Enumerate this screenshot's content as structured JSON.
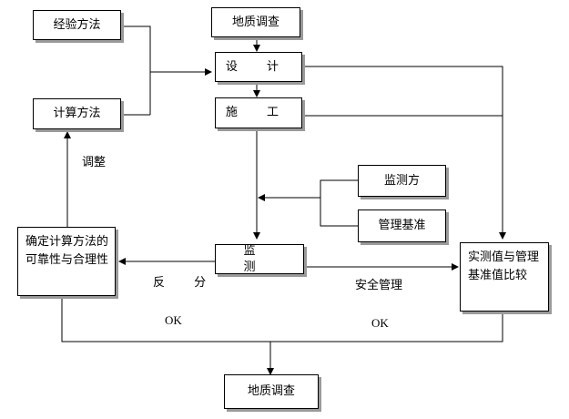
{
  "nodes": {
    "experience_method": "经验方法",
    "calculation_method": "计算方法",
    "geological_survey_top": "地质调查",
    "design": "设 计",
    "construction": "施 工",
    "monitoring_method": "监测方",
    "management_baseline": "管理基准",
    "monitoring": "监 测",
    "reliability_check": "确定计算方法的可靠性与合理性",
    "comparison": "实测值与管理基准值比较",
    "geological_survey_bottom": "地质调查"
  },
  "labels": {
    "adjust": "调整",
    "feedback": "反 分",
    "safety_management": "安全管理",
    "ok_left": "OK",
    "ok_right": "OK"
  }
}
